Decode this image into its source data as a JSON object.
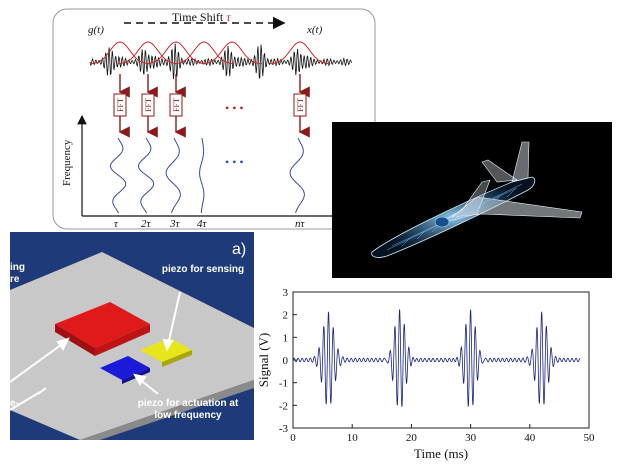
{
  "stft_panel": {
    "time_shift_label": "Time Shift",
    "tau": "τ",
    "g_label": "g(t)",
    "x_label": "x(t)",
    "fft_label": "FFT",
    "frequency_axis_label": "Frequency",
    "ellipsis": "• • •",
    "tick_labels": [
      "τ",
      "2τ",
      "3τ",
      "4τ",
      "nτ"
    ],
    "colors": {
      "window": "#cc2a2a",
      "signal": "#111111",
      "arrow": "#8b1a1a",
      "spectrum": "#3a4aa0",
      "dots_red": "#b03030",
      "dots_blue": "#3050c0"
    }
  },
  "airplane_panel": {
    "background": "#000000",
    "structure_color": "#6fc3ff"
  },
  "piezo_panel": {
    "panel_label": "a)",
    "left_text_1": "ing",
    "left_text_2": "re",
    "left_text_3": "e-",
    "sensing_label": "piezo for sensing",
    "actuation_label": "piezo for actuation at low frequency",
    "colors": {
      "background": "#1f3a78",
      "plate": "#c8c8c8",
      "red": "#e01a1a",
      "blue": "#1a1ad8",
      "yellow": "#e6e61a"
    }
  },
  "signal_chart": {
    "chart_data": {
      "type": "line",
      "ylabel": "Signal (V)",
      "xlabel": "Time (ms)",
      "xlim": [
        0,
        50
      ],
      "ylim": [
        -3,
        3
      ],
      "xticks": [
        0,
        10,
        20,
        30,
        40,
        50
      ],
      "yticks": [
        -3,
        -2,
        -1,
        0,
        1,
        2,
        3
      ],
      "series": [
        {
          "burst_centers_ms": [
            6,
            18,
            30,
            42
          ],
          "peak_amplitude_v": 2.2,
          "carrier_period_ms": 0.8,
          "burst_width_ms": 1.3
        }
      ],
      "line_color": "#1a237e"
    }
  }
}
